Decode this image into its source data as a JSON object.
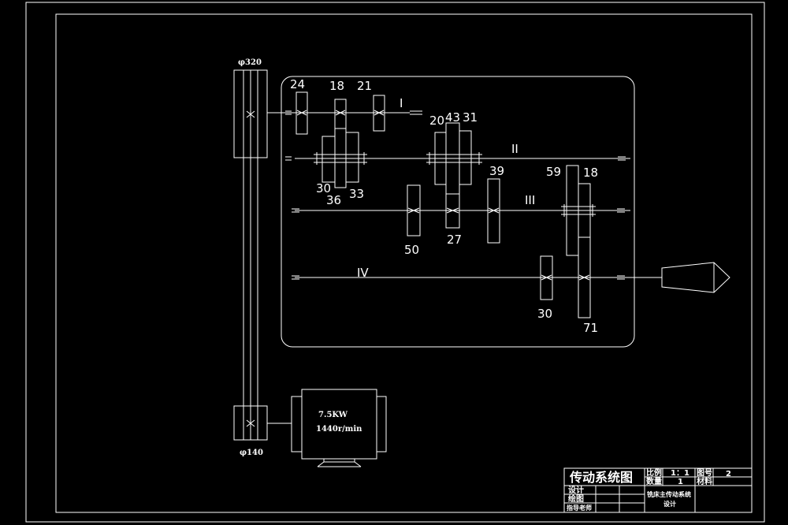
{
  "pulleys": {
    "large_diameter": "φ320",
    "small_diameter": "φ140"
  },
  "motor": {
    "power": "7.5KW",
    "speed": "1440r/min"
  },
  "shafts": {
    "s1": "I",
    "s2": "II",
    "s3": "III",
    "s4": "IV"
  },
  "gears": {
    "g24": "24",
    "g18a": "18",
    "g21": "21",
    "g20": "20",
    "g43": "43",
    "g31": "31",
    "g30a": "30",
    "g36": "36",
    "g33": "33",
    "g39": "39",
    "g59": "59",
    "g18b": "18",
    "g50": "50",
    "g27": "27",
    "g30b": "30",
    "g71": "71"
  },
  "title_block": {
    "title": "传动系统图",
    "scale_label": "比例",
    "scale_value": "1：1",
    "quantity_label": "数量",
    "quantity_value": "1",
    "drawing_no_label": "图号",
    "drawing_no_value": "2",
    "material_label": "材料",
    "designer_label": "设计",
    "drafter_label": "绘图",
    "advisor_label": "指导老师",
    "project_line1": "铣床主传动系统",
    "project_line2": "设计"
  }
}
